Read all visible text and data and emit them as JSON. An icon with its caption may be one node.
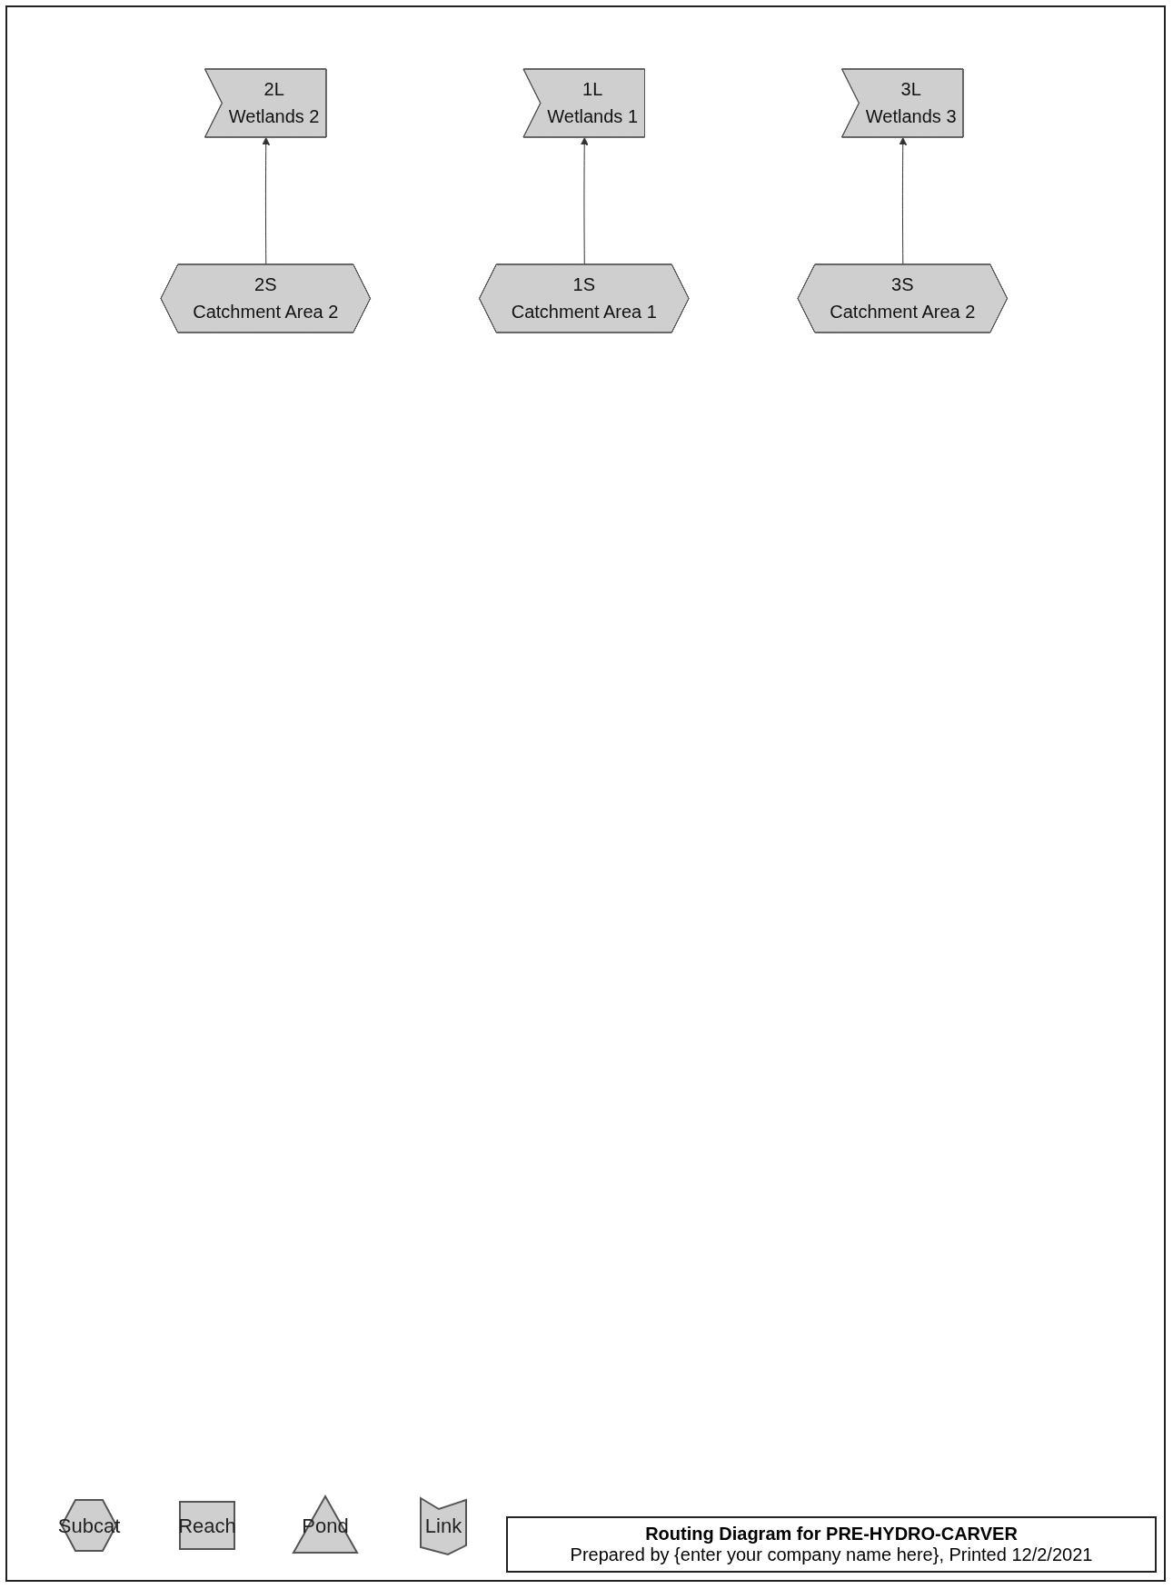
{
  "diagram": {
    "title": "Routing Diagram for PRE-HYDRO-CARVER",
    "nodes": [
      {
        "text": [
          "2L",
          "Wetlands 2"
        ]
      },
      {
        "text": [
          "2S",
          "Catchment Area 2"
        ]
      },
      {
        "text": [
          "1S",
          "Catchment Area 1"
        ]
      },
      {
        "text": [
          "1L",
          "Wetlands 1"
        ]
      },
      {
        "text": [
          "3L",
          "Wetlands 3"
        ]
      },
      {
        "text": [
          "3S",
          "Catchment Area 2"
        ]
      }
    ],
    "edges": [
      {
        "from": 1,
        "to": 0,
        "arrow": "to"
      },
      {
        "from": 2,
        "to": 3,
        "arrow": "to"
      },
      {
        "from": 5,
        "to": 4,
        "arrow": "to"
      }
    ],
    "labels": [
      "Prepared by {enter your company name here},  Printed 12/2/2021"
    ],
    "legend": [
      {
        "text": "Subcat"
      },
      {
        "text": "Reach"
      },
      {
        "text": "Pond"
      },
      {
        "text": "Link"
      }
    ]
  }
}
